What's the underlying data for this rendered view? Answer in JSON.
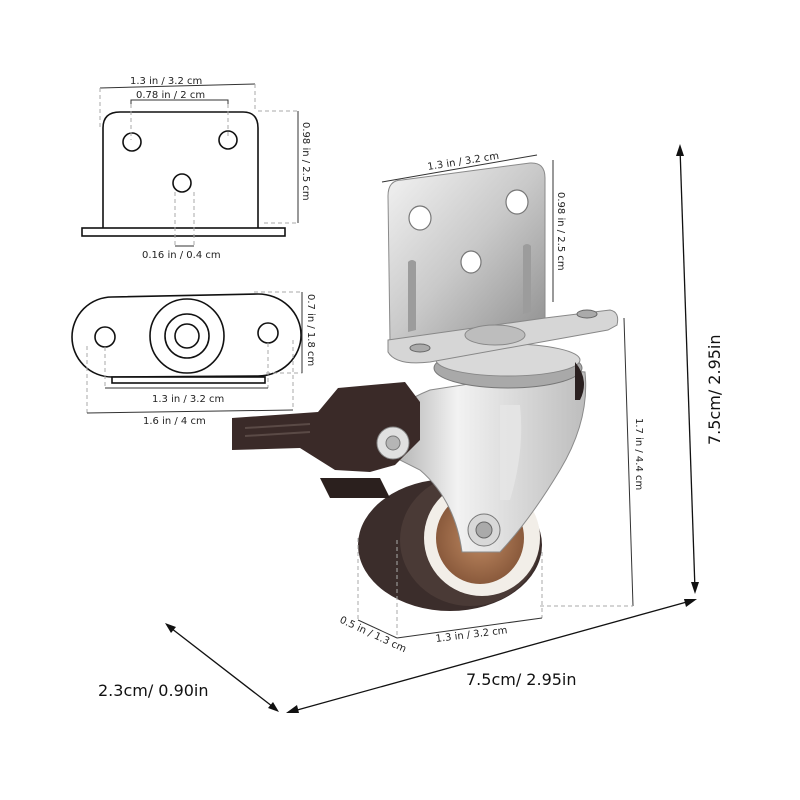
{
  "diagram": {
    "subject": "Swivel caster wheel with brake and L-shaped mounting bracket",
    "colors": {
      "chrome": "#c8c8c8",
      "brake_brown": "#3a2a28",
      "tire_dark": "#3b2d2b",
      "tire_white": "#f2eee8",
      "hub_brown": "#9a6a4a"
    },
    "side_view_top": {
      "width_label": "1.3 in / 3.2 cm",
      "hole_spacing_label": "0.78 in / 2 cm",
      "height_label": "0.98 in / 2.5 cm",
      "hole_diameter_label": "0.16 in / 0.4 cm"
    },
    "top_view_base": {
      "height_label": "0.7 in / 1.8 cm",
      "hole_spacing_label": "1.3 in / 3.2 cm",
      "length_label": "1.6 in / 4 cm"
    },
    "product": {
      "bracket_width_label": "1.3 in / 3.2 cm",
      "bracket_height_label": "0.98 in / 2.5 cm",
      "wheel_height_label": "1.7 in / 4.4 cm",
      "wheel_width_label": "0.5 in / 1.3 cm",
      "wheel_diameter_label": "1.3 in / 3.2 cm"
    },
    "overall": {
      "height_label": "7.5cm/ 2.95in",
      "length_label": "7.5cm/ 2.95in",
      "depth_label": "2.3cm/ 0.90in"
    }
  }
}
